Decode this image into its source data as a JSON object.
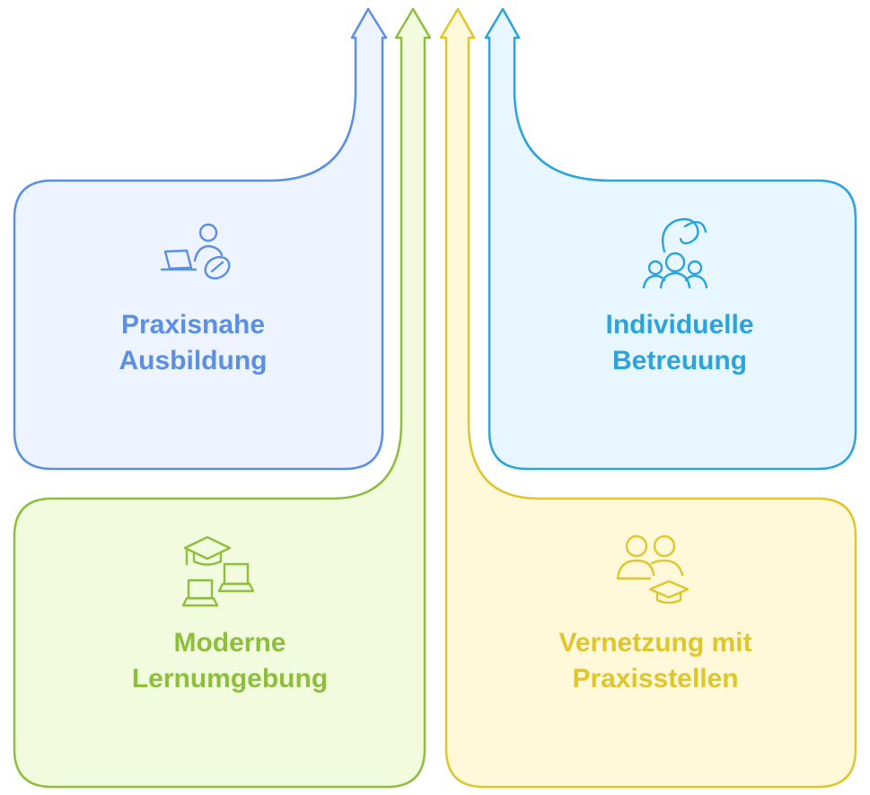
{
  "colors": {
    "blue": "#5a8fe6",
    "blue_fill": "#edf3ff",
    "cyan": "#2ba3dc",
    "cyan_fill": "#e7f6ff",
    "green": "#8dbf3c",
    "green_fill": "#f3fbdf",
    "yellow": "#dfc62a",
    "yellow_fill": "#fff8d9"
  },
  "cards": [
    {
      "id": "praxisnahe-ausbildung",
      "color": "blue",
      "icon": "person-laptop-icon",
      "lines": [
        "Praxisnahe",
        "Ausbildung"
      ]
    },
    {
      "id": "individuelle-betreuung",
      "color": "cyan",
      "icon": "support-group-icon",
      "lines": [
        "Individuelle",
        "Betreuung"
      ]
    },
    {
      "id": "moderne-lernumgebung",
      "color": "green",
      "icon": "graduation-laptops-icon",
      "lines": [
        "Moderne",
        "Lernumgebung"
      ]
    },
    {
      "id": "vernetzung-mit-praxisstellen",
      "color": "yellow",
      "icon": "people-graduation-icon",
      "lines": [
        "Vernetzung mit",
        "Praxisstellen"
      ]
    }
  ]
}
